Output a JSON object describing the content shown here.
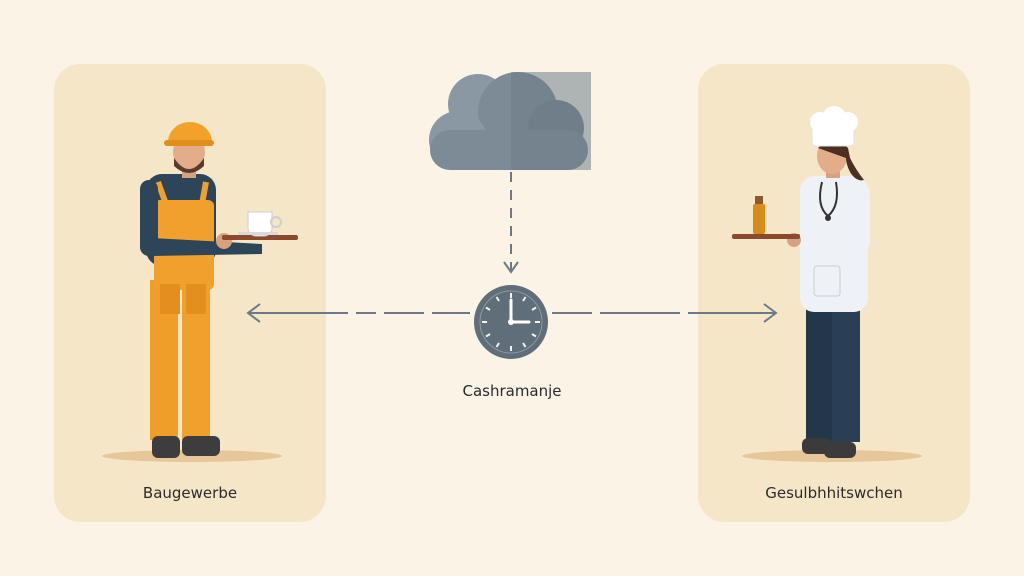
{
  "panels": {
    "left": {
      "label": "Baugewerbe",
      "figure": "construction-worker"
    },
    "right": {
      "label": "Gesulbhhitswchen",
      "figure": "chef-with-stethoscope"
    }
  },
  "center": {
    "label": "Cashramanje",
    "icons": [
      "cloud-icon",
      "clock-icon"
    ]
  },
  "colors": {
    "background": "#faf3e6",
    "panel": "#f5e6c8",
    "cloud": "#7c8b96",
    "clock": "#5f6e79",
    "arrow": "#6b7a86",
    "worker_overall": "#f0a02c",
    "helmet": "#f2a12a"
  }
}
